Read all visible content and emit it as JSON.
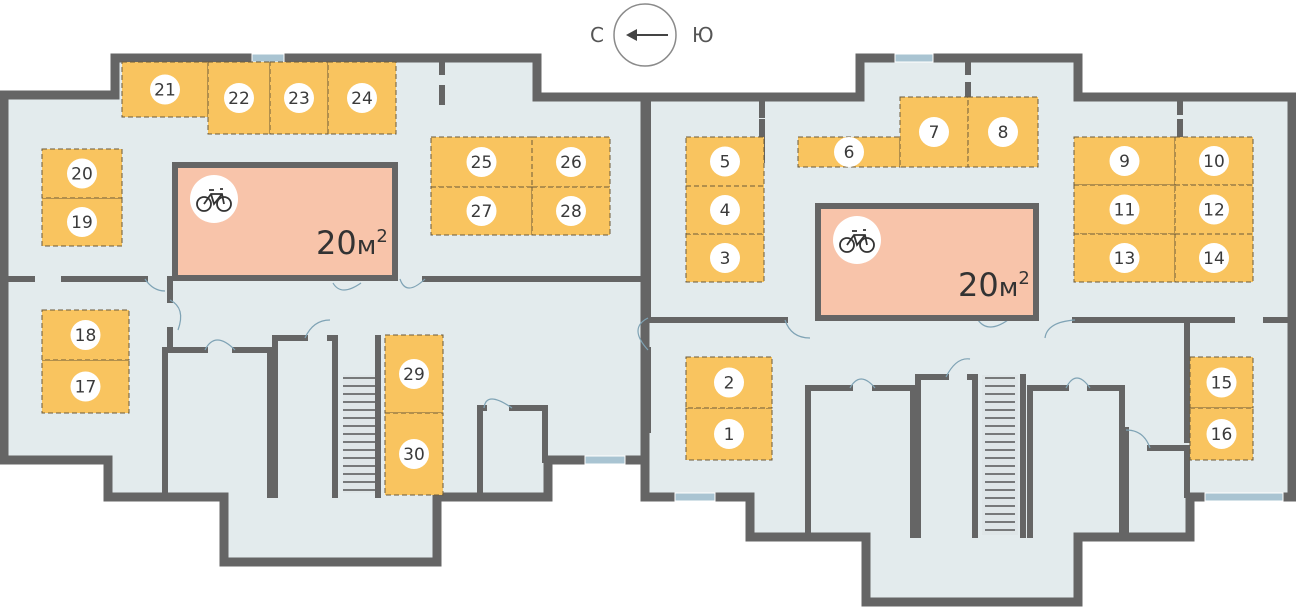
{
  "compass": {
    "west_label": "С",
    "east_label": "Ю",
    "icon": "arrow-left-icon"
  },
  "bike_rooms": [
    {
      "id": "bike-room-left",
      "icon": "bicycle-icon",
      "value": "20",
      "unit": "м",
      "sup": "2"
    },
    {
      "id": "bike-room-right",
      "icon": "bicycle-icon",
      "value": "20",
      "unit": "м",
      "sup": "2"
    }
  ],
  "storage_units": [
    "1",
    "2",
    "3",
    "4",
    "5",
    "6",
    "7",
    "8",
    "9",
    "10",
    "11",
    "12",
    "13",
    "14",
    "15",
    "16",
    "17",
    "18",
    "19",
    "20",
    "21",
    "22",
    "23",
    "24",
    "25",
    "26",
    "27",
    "28",
    "29",
    "30"
  ],
  "colors": {
    "storage_fill": "#f9c45f",
    "bike_room_fill": "#f8c4aa",
    "floor_fill": "#e3ebed",
    "wall": "#656565",
    "window": "#a9c4d2",
    "label_circle": "#ffffff",
    "text": "#3a3a3a"
  }
}
